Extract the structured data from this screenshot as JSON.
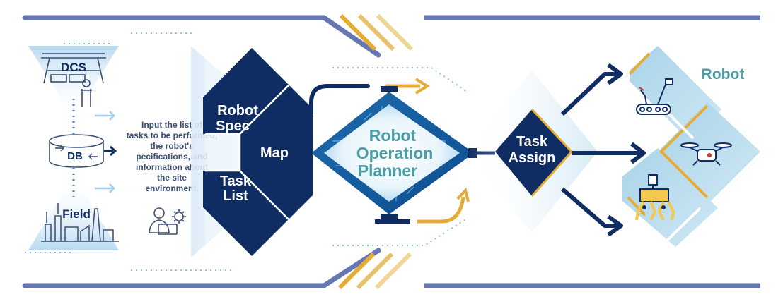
{
  "sources": {
    "dcs": "DCS",
    "db": "DB",
    "field": "Field"
  },
  "description": {
    "lines": [
      "Input the list of",
      "tasks to be performed,",
      "the robot's",
      "pecifications, and",
      "information about",
      "the site",
      "environment."
    ]
  },
  "inputs": {
    "robot_spec": [
      "Robot",
      "Spec"
    ],
    "map": "Map",
    "task_list": [
      "Task",
      "List"
    ]
  },
  "planner": {
    "lines": [
      "Robot",
      "Operation",
      "Planner"
    ]
  },
  "task_assign": {
    "lines": [
      "Task",
      "Assign"
    ]
  },
  "robot": {
    "title": "Robot"
  },
  "icons": {
    "operator": "operator-gear-icon",
    "crawler": "crawler-robot-icon",
    "drone": "drone-icon",
    "quadruped": "quadruped-robot-icon"
  },
  "colors": {
    "navy": "#0f2d63",
    "gold": "#e5ad36",
    "teal": "#4a9ea6",
    "band": "#6677b3",
    "light_blue": "#cde6f5"
  }
}
